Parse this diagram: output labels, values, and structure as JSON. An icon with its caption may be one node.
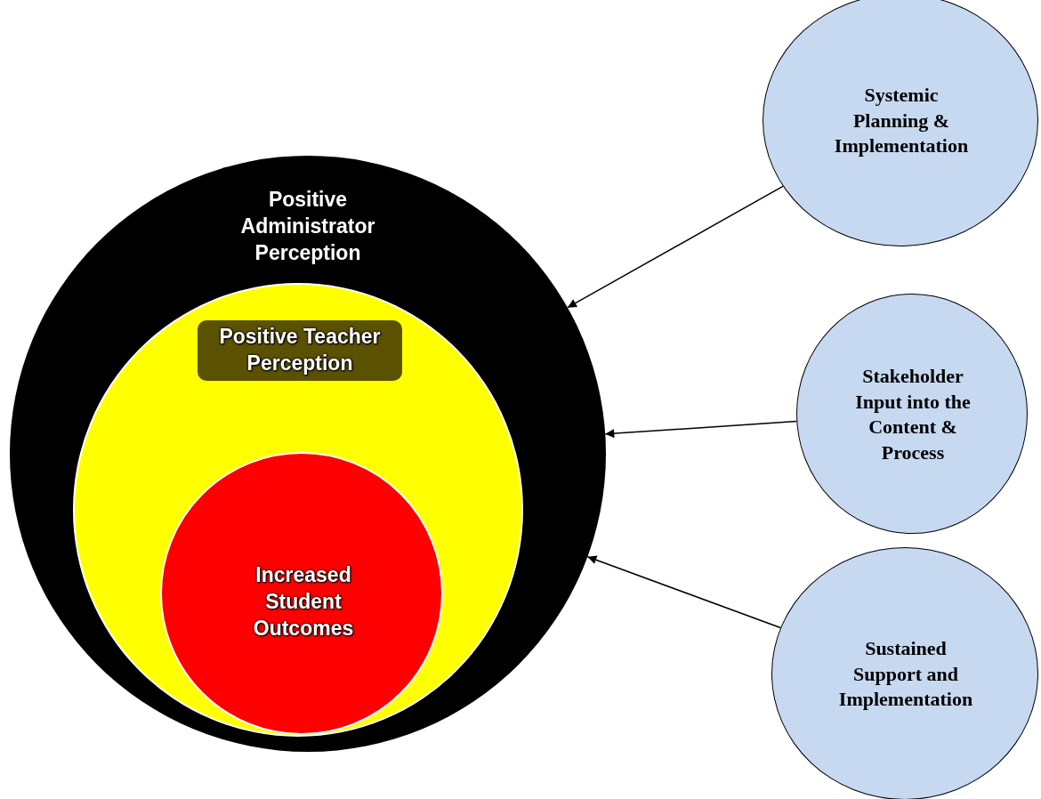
{
  "diagram": {
    "nodes": [
      {
        "text": [
          "Positive Administrator Perception"
        ]
      },
      {
        "text": [
          "Positive Teacher Perception"
        ],
        "in": 0
      },
      {
        "text": [
          "Increased Student Outcomes"
        ],
        "in": 1
      },
      {
        "text": [
          "Systemic Planning & Implementation"
        ]
      },
      {
        "text": [
          "Stakeholder Input into the Content & Process"
        ]
      },
      {
        "text": [
          "Sustained Support and Implementation"
        ]
      }
    ],
    "edges": [
      {
        "from": 3,
        "to": 0,
        "arrow": "to"
      },
      {
        "from": 4,
        "to": 0,
        "arrow": "to"
      },
      {
        "from": 5,
        "to": 0,
        "arrow": "to"
      }
    ]
  }
}
